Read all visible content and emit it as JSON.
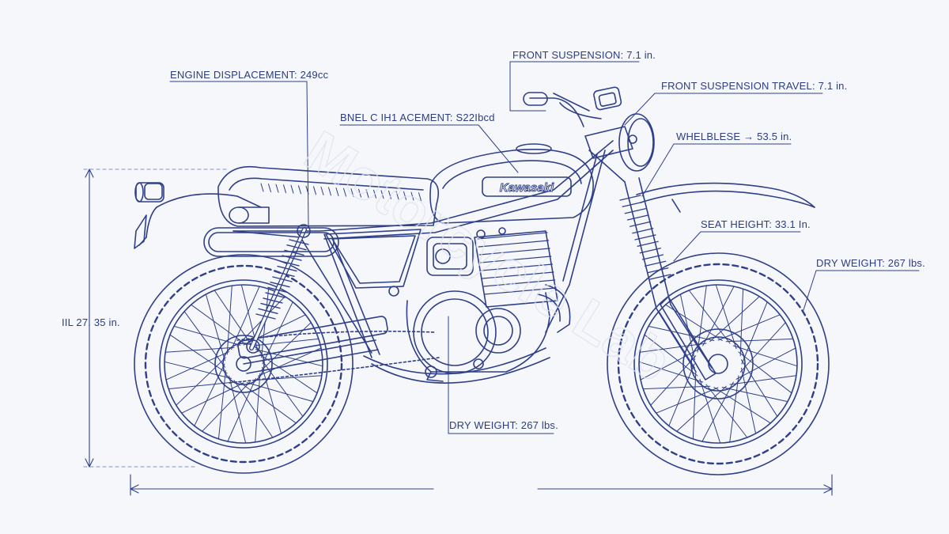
{
  "colors": {
    "ink": "#2f3f88",
    "ink_light": "#7f8fc4",
    "paper": "#f6f7fb",
    "watermark": "#dfe3ef"
  },
  "brand": {
    "tank_logo": "Kawasaki",
    "watermark": "Motorcycle Lab"
  },
  "labels": {
    "engine_displacement": "ENGINE DISPLACEMENT: 249cc",
    "front_suspension": "FRONT SUSPENSION: 7.1 in.",
    "front_suspension_travel": "FRONT SUSPENSION TRAVEL: 7.1 in.",
    "garbled_displacement": "BNEL C IH1 ACEMENT: S22Ibcd",
    "wheelbase": "WHELBLESE → 53.5 in.",
    "seat_height": "SEAT HEIGHT: 33.1 In.",
    "dry_weight_right": "DRY WEIGHT: 267 lbs.",
    "height": "IIL 27. 35 in.",
    "dry_weight_bottom": "DRY WEIGHT: 267 lbs."
  }
}
